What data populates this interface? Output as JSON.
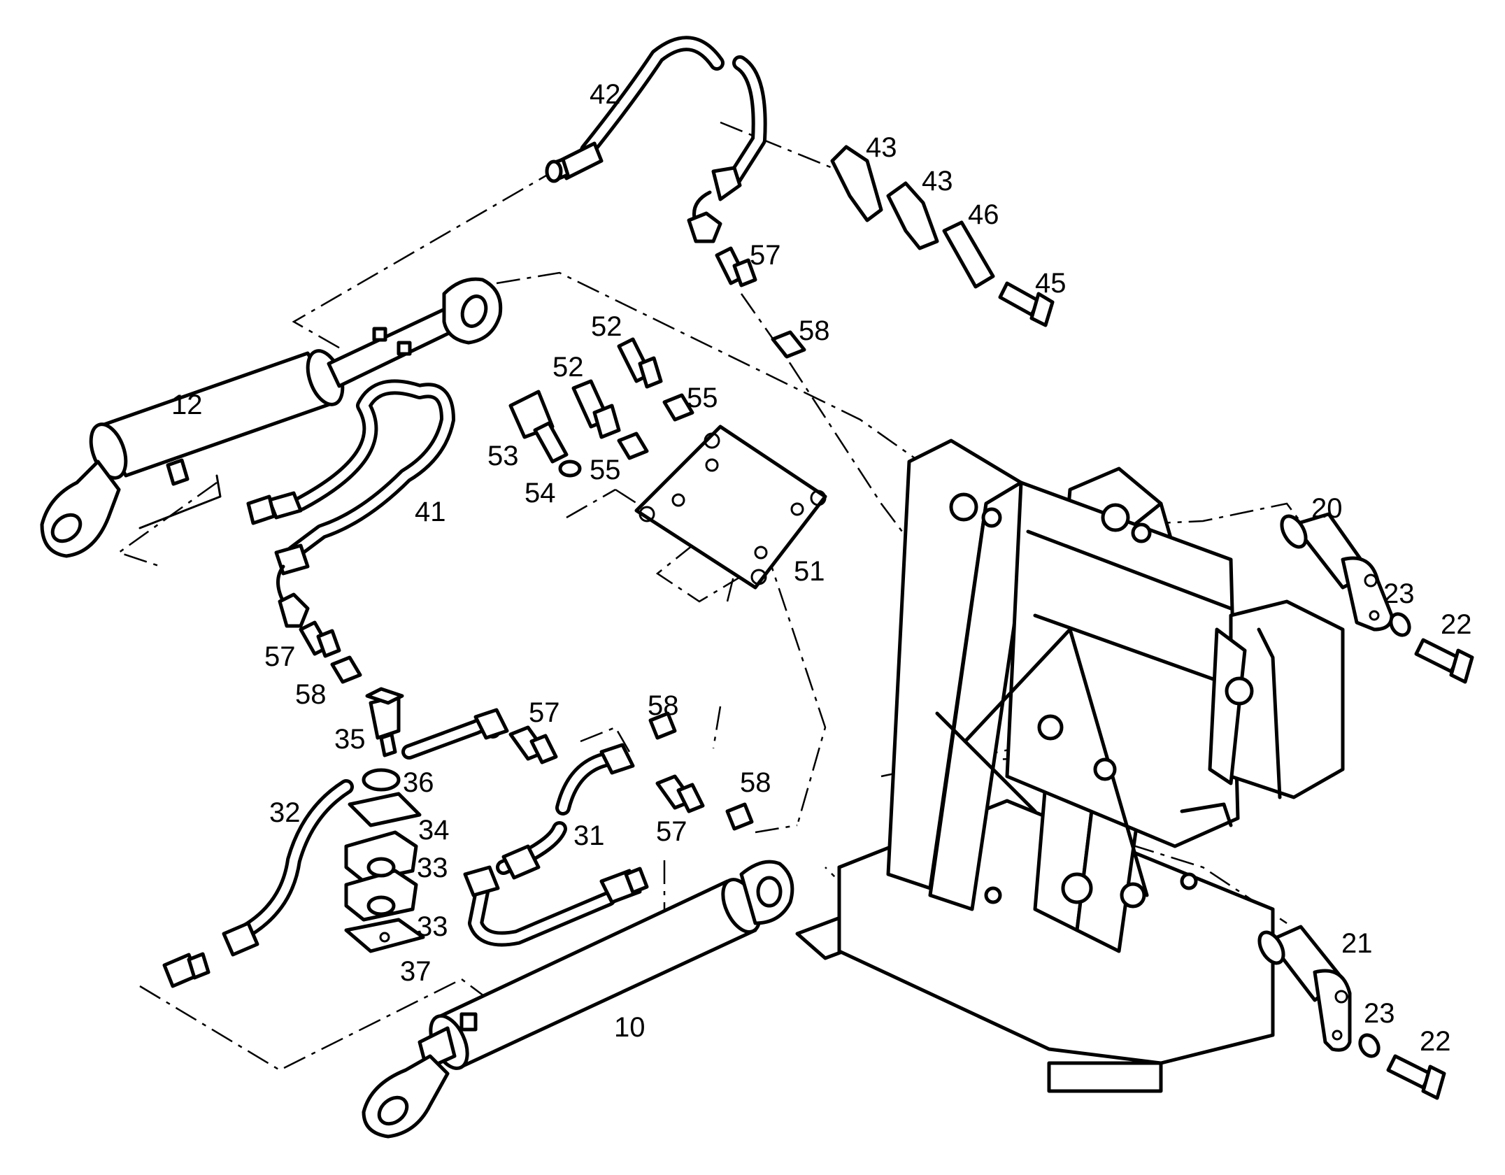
{
  "callouts": [
    {
      "id": "c42a",
      "text": "42"
    },
    {
      "id": "c43a",
      "text": "43"
    },
    {
      "id": "c43b",
      "text": "43"
    },
    {
      "id": "c46",
      "text": "46"
    },
    {
      "id": "c57a",
      "text": "57"
    },
    {
      "id": "c45",
      "text": "45"
    },
    {
      "id": "c58a",
      "text": "58"
    },
    {
      "id": "c52a",
      "text": "52"
    },
    {
      "id": "c52b",
      "text": "52"
    },
    {
      "id": "c55a",
      "text": "55"
    },
    {
      "id": "c12",
      "text": "12"
    },
    {
      "id": "c53",
      "text": "53"
    },
    {
      "id": "c55b",
      "text": "55"
    },
    {
      "id": "c54",
      "text": "54"
    },
    {
      "id": "c41",
      "text": "41"
    },
    {
      "id": "c51",
      "text": "51"
    },
    {
      "id": "c20",
      "text": "20"
    },
    {
      "id": "c23a",
      "text": "23"
    },
    {
      "id": "c22a",
      "text": "22"
    },
    {
      "id": "c57b",
      "text": "57"
    },
    {
      "id": "c58b",
      "text": "58"
    },
    {
      "id": "c35",
      "text": "35"
    },
    {
      "id": "c57c",
      "text": "57"
    },
    {
      "id": "c58c",
      "text": "58"
    },
    {
      "id": "c36",
      "text": "36"
    },
    {
      "id": "c58d",
      "text": "58"
    },
    {
      "id": "c32",
      "text": "32"
    },
    {
      "id": "c34",
      "text": "34"
    },
    {
      "id": "c31",
      "text": "31"
    },
    {
      "id": "c57d",
      "text": "57"
    },
    {
      "id": "c33a",
      "text": "33"
    },
    {
      "id": "c33b",
      "text": "33"
    },
    {
      "id": "c37",
      "text": "37"
    },
    {
      "id": "c21",
      "text": "21"
    },
    {
      "id": "c10",
      "text": "10"
    },
    {
      "id": "c23b",
      "text": "23"
    },
    {
      "id": "c22b",
      "text": "22"
    }
  ],
  "parts": {
    "main_frame": "frame-bracket",
    "cylinder_upper": "hydraulic-cylinder-12",
    "cylinder_lower": "hydraulic-cylinder-10",
    "plate": "mounting-plate-51"
  }
}
